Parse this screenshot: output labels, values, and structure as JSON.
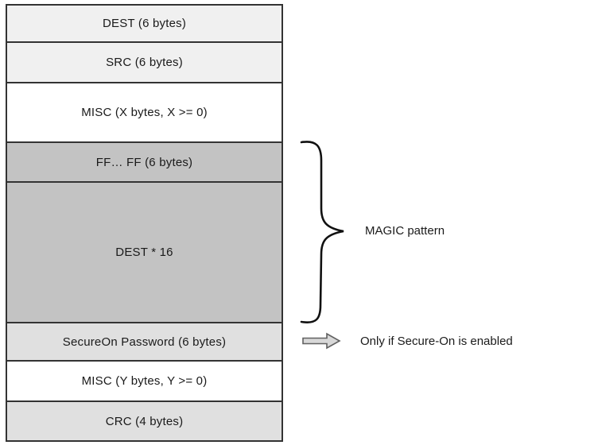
{
  "diagram": {
    "title_implied": "",
    "rows": [
      {
        "id": "dest",
        "label": "DEST (6 bytes)",
        "fill": "#f0f0f0",
        "height": 47
      },
      {
        "id": "src",
        "label": "SRC (6 bytes)",
        "fill": "#f0f0f0",
        "height": 51
      },
      {
        "id": "misc-x",
        "label": "MISC (X bytes, X >= 0)",
        "fill": "#ffffff",
        "height": 75
      },
      {
        "id": "ff",
        "label": "FF… FF (6 bytes)",
        "fill": "#c3c3c3",
        "height": 50
      },
      {
        "id": "dest-times-16",
        "label": "DEST * 16",
        "fill": "#c3c3c3",
        "height": 177
      },
      {
        "id": "secureon-password",
        "label": "SecureOn Password (6 bytes)",
        "fill": "#e0e0e0",
        "height": 48
      },
      {
        "id": "misc-y",
        "label": "MISC (Y bytes, Y >= 0)",
        "fill": "#ffffff",
        "height": 51
      },
      {
        "id": "crc",
        "label": "CRC (4 bytes)",
        "fill": "#e0e0e0",
        "height": 48
      }
    ],
    "annotations": {
      "magic_label": "MAGIC pattern",
      "secureon_label": "Only if Secure-On is enabled"
    },
    "colors": {
      "line": "#333333",
      "brace_stroke": "#111111",
      "arrow_fill": "#d8d8d8",
      "arrow_stroke": "#616161"
    }
  }
}
